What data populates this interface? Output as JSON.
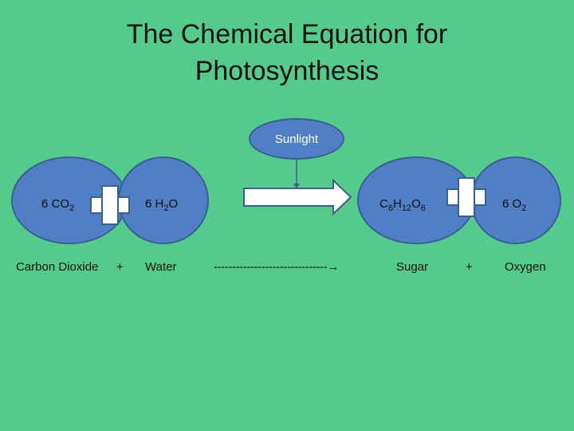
{
  "title": {
    "line1": "The Chemical Equation for",
    "line2": "Photosynthesis"
  },
  "sunlight": "Sunlight",
  "reactants": {
    "co2_coef": "6 CO",
    "co2_sub": "2",
    "h2o_coef": "6 H",
    "h2o_sub": "2",
    "h2o_tail": "O"
  },
  "products": {
    "glucose_c": "C",
    "glucose_c_sub": "6",
    "glucose_h": "H",
    "glucose_h_sub": "12",
    "glucose_o": "O",
    "glucose_o_sub": "6",
    "o2_coef": "6 O",
    "o2_sub": "2"
  },
  "names": {
    "co2": "Carbon Dioxide",
    "plus1": "+",
    "h2o": "Water",
    "arrow_text": "-------------------------------",
    "sugar": "Sugar",
    "plus2": "+",
    "oxygen": "Oxygen"
  },
  "colors": {
    "background": "#55cb8b",
    "circle_fill": "#4f7fc4",
    "circle_stroke": "#3a5f94"
  }
}
